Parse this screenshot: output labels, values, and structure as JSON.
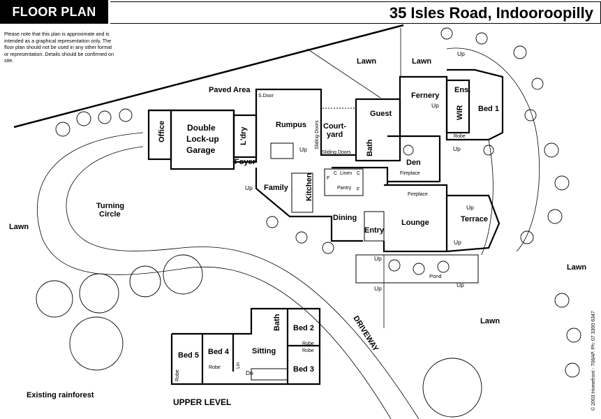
{
  "header": {
    "title": "FLOOR PLAN",
    "address": "35 Isles Road, Indooroopilly"
  },
  "disclaimer": "Please note that this plan is approximate and is intended as a graphical representation only. The floor plan should not be used in any other format or representation.  Details should be confirmed on site.",
  "copyright": "© 2003  Homefront - 708AP. Ph: 07 3300 6347",
  "outdoor_labels": {
    "lawn": "Lawn",
    "paved_area": "Paved Area",
    "turning_circle_1": "Turning",
    "turning_circle_2": "Circle",
    "driveway": "DRIVEWAY",
    "existing_rainforest": "Existing rainforest",
    "pond": "Pond"
  },
  "rooms": {
    "office": "Office",
    "garage_1": "Double",
    "garage_2": "Lock-up",
    "garage_3": "Garage",
    "laundry": "L'dry",
    "rumpus": "Rumpus",
    "courtyard_1": "Court-",
    "courtyard_2": "yard",
    "guest": "Guest",
    "bath": "Bath",
    "fernery": "Fernery",
    "ensuite": "Ens.",
    "wir": "WIR",
    "bed1": "Bed 1",
    "den": "Den",
    "foyer": "Foyer",
    "family": "Family",
    "kitchen": "Kitchen",
    "dining": "Dining",
    "entry": "Entry",
    "lounge": "Lounge",
    "terrace": "Terrace"
  },
  "fixtures": {
    "s_door": "S.Door",
    "sliding_doors": "Sliding Doors",
    "fireplace": "Fireplace",
    "linen": "Linen",
    "pantry": "Pantry",
    "robe": "Robe",
    "c": "C",
    "f": "F",
    "lin": "Lin",
    "up": "Up",
    "dn": "Dn"
  },
  "upper_level": {
    "title": "UPPER LEVEL",
    "bed5": "Bed 5",
    "bed4": "Bed 4",
    "sitting": "Sitting",
    "bath": "Bath",
    "bed2": "Bed 2",
    "bed3": "Bed 3"
  }
}
